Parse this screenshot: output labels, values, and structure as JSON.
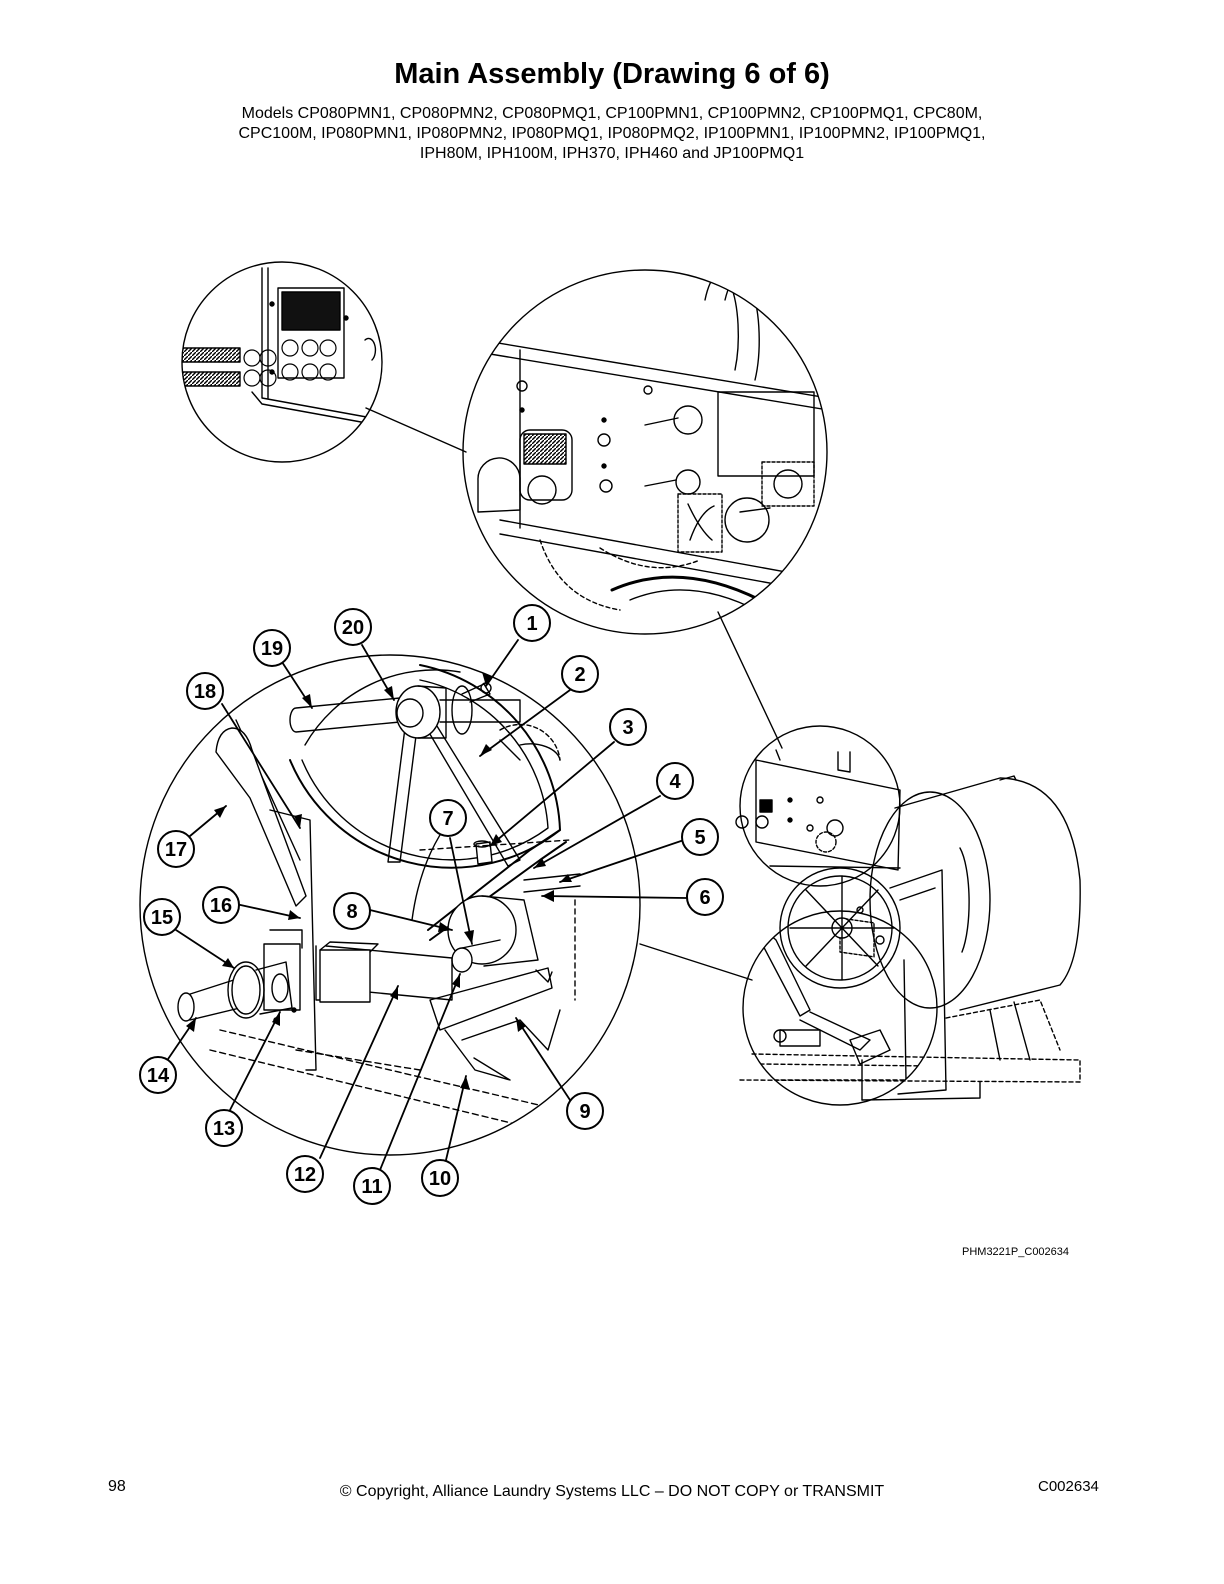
{
  "header": {
    "title": "Main Assembly (Drawing 6 of 6)",
    "models_lines": [
      "Models CP080PMN1, CP080PMN2, CP080PMQ1, CP100PMN1, CP100PMN2, CP100PMQ1, CPC80M,",
      "CPC100M, IP080PMN1, IP080PMN2, IP080PMQ1, IP080PMQ2, IP100PMN1, IP100PMN2, IP100PMQ1,",
      "IPH80M, IPH100M, IPH370, IPH460 and JP100PMQ1"
    ]
  },
  "figure_ref": "PHM3221P_C002634",
  "callouts": [
    "1",
    "2",
    "3",
    "4",
    "5",
    "6",
    "7",
    "8",
    "9",
    "10",
    "11",
    "12",
    "13",
    "14",
    "15",
    "16",
    "17",
    "18",
    "19",
    "20"
  ],
  "footer": {
    "page_number": "98",
    "copyright": "© Copyright, Alliance Laundry Systems LLC – DO NOT COPY or TRANSMIT",
    "doc_id": "C002634"
  }
}
